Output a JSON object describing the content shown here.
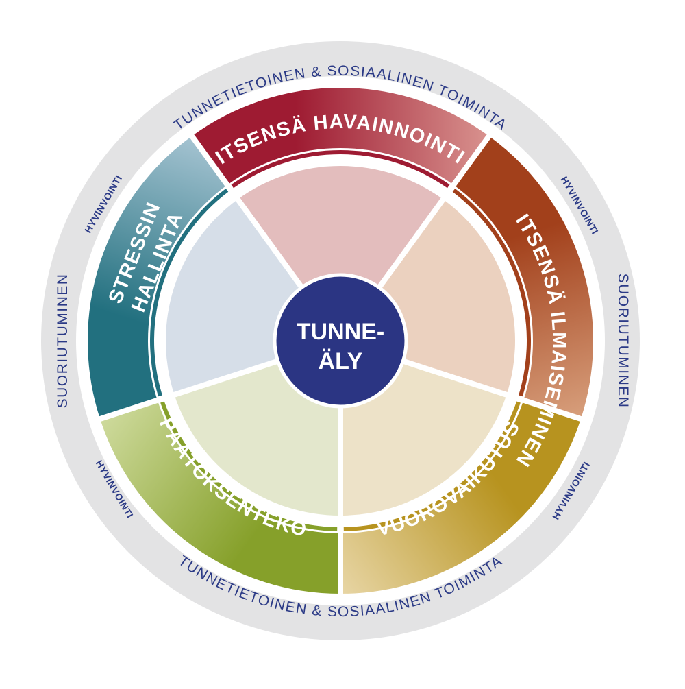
{
  "center": {
    "lines": [
      "TUNNE-",
      "ÄLY"
    ]
  },
  "segments": [
    {
      "id": "havainnointi",
      "label": "ITSENSÄ HAVAINNOINTI",
      "color": "#9e1b32",
      "light": "#d9938f",
      "inner": "#e3bdbd"
    },
    {
      "id": "ilmaiseminen",
      "label": "ITSENSÄ ILMAISEMINEN",
      "color": "#a2401b",
      "light": "#d8a07d",
      "inner": "#ebd1bf"
    },
    {
      "id": "vuorovaikutus",
      "label": "VUOROVAIKUTUS",
      "color": "#b7931f",
      "light": "#e8d6a6",
      "inner": "#ede2c8"
    },
    {
      "id": "paatoksenteko",
      "label": "PÄÄTÖKSENTEKO",
      "color": "#86a02a",
      "light": "#cfdb9e",
      "inner": "#e3e7cc"
    },
    {
      "id": "stressin",
      "label": [
        "STRESSIN",
        "HALLINTA"
      ],
      "color": "#22707f",
      "light": "#a6c4d2",
      "inner": "#d6dee8"
    }
  ],
  "outer_ring": {
    "top": "TUNNETIETOINEN & SOSIAALINEN TOIMINTA",
    "bottom": "TUNNETIETOINEN & SOSIAALINEN TOIMINTA",
    "left": "SUORIUTUMINEN",
    "right": "SUORIUTUMINEN",
    "small": [
      "HYVINVOINTI",
      "HYVINVOINTI",
      "HYVINVOINTI",
      "HYVINVOINTI"
    ]
  },
  "colors": {
    "outer_ring": "#e3e3e4",
    "center": "#2b3583",
    "outer_text": "#2b3a86"
  }
}
